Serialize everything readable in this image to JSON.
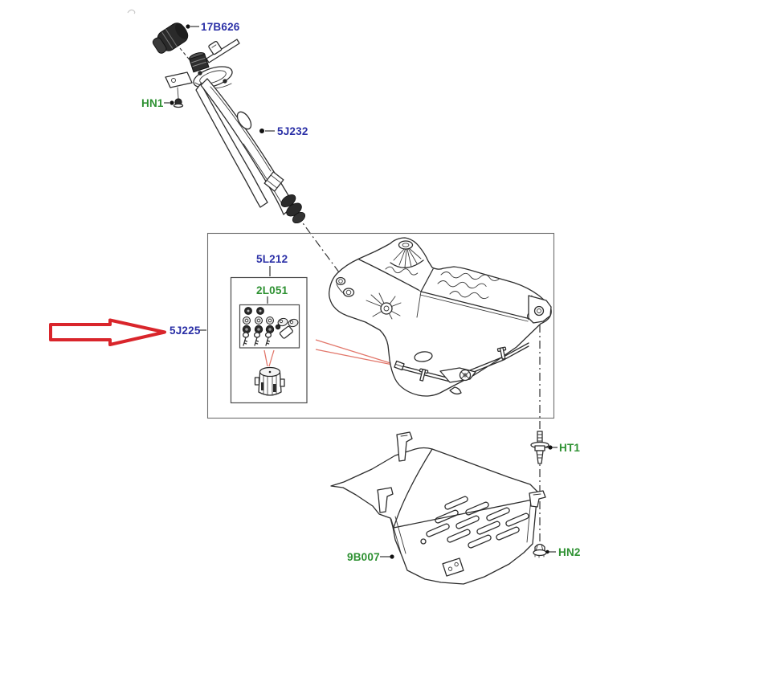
{
  "colors": {
    "label_blue": "#2A2FA6",
    "label_green": "#2E9132",
    "arrow_red": "#D9252B",
    "leader_red": "#E2776B",
    "line_dark": "#2d2d2d"
  },
  "labels": {
    "filler_cap": "17B626",
    "nut_hn1": "HN1",
    "filler_pipe": "5J232",
    "seal_kit": "5L212",
    "hardware_kit": "2L051",
    "tank_kit": "5J225",
    "bolt_ht1": "HT1",
    "shield": "9B007",
    "nut_hn2": "HN2"
  }
}
